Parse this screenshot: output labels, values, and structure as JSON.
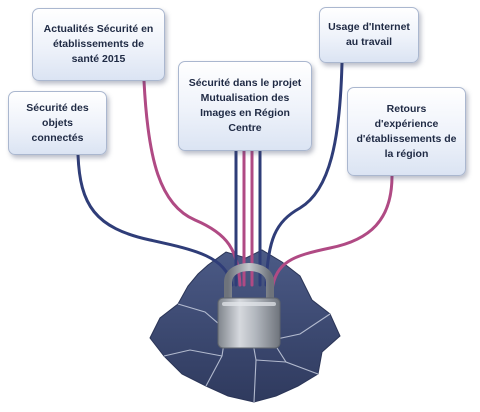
{
  "boxes": {
    "actualites": "Actualités Sécurité en\nétablissements de\nsanté 2015",
    "objets": "Sécurité des\nobjets connectés",
    "projet": "Sécurité dans le projet\nMutualisation des\nImages en Région\nCentre",
    "internet": "Usage d'Internet\nau travail",
    "retours": "Retours\nd'expérience\nd'établissements de\nla région"
  },
  "colors": {
    "navy_wire": "#2f3d78",
    "magenta_wire": "#b04a84",
    "map_fill": "#3e4c74",
    "region_borders": "#c8cfe0",
    "lock_body": "#a7acb4",
    "lock_shackle": "#8d929a"
  },
  "icons": [
    "padlock-icon",
    "region-map"
  ]
}
